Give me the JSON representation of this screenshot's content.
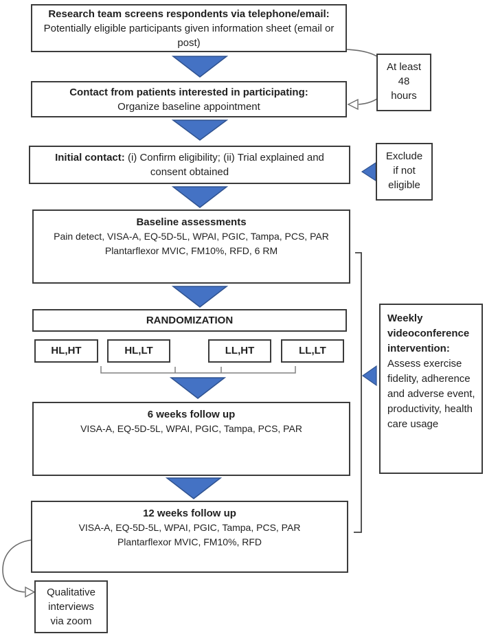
{
  "palette": {
    "arrow-fill": "#4472C4",
    "arrow-stroke": "#2F528F",
    "box-border": "#3B3B3B",
    "connector": "#6B6B6B",
    "text-color": "#1F1F1F"
  },
  "flow": {
    "screening": {
      "title": "Research team screens respondents via telephone/email:",
      "body": "Potentially eligible participants given information sheet (email or post)"
    },
    "contact": {
      "title": "Contact from patients interested in participating:",
      "body": "Organize baseline appointment"
    },
    "initial": {
      "title": "Initial contact:",
      "body": "(i) Confirm eligibility; (ii) Trial explained and consent obtained"
    },
    "baseline": {
      "title": "Baseline assessments",
      "body1": "Pain detect, VISA-A, EQ-5D-5L, WPAI, PGIC, Tampa, PCS, PAR",
      "body2": "Plantarflexor MVIC, FM10%, RFD, 6 RM"
    },
    "randomization": {
      "title": "RANDOMIZATION"
    },
    "groups": [
      "HL,HT",
      "HL,LT",
      "LL,HT",
      "LL,LT"
    ],
    "week6": {
      "title": "6 weeks follow up",
      "body1": "VISA-A, EQ-5D-5L, WPAI, PGIC, Tampa, PCS, PAR"
    },
    "week12": {
      "title": "12 weeks follow up",
      "body1": "VISA-A, EQ-5D-5L, WPAI, PGIC, Tampa, PCS, PAR",
      "body2": "Plantarflexor MVIC, FM10%, RFD"
    },
    "qualitative": {
      "lines": [
        "Qualitative",
        "interviews",
        "via zoom"
      ]
    }
  },
  "side": {
    "wait": {
      "lines": [
        "At least",
        "48",
        "hours"
      ]
    },
    "exclude": {
      "lines": [
        "Exclude",
        "if not",
        "eligible"
      ]
    },
    "weekly": {
      "title": "Weekly videoconference intervention:",
      "body": "Assess exercise fidelity, adherence and adverse event, productivity, health care usage"
    }
  }
}
